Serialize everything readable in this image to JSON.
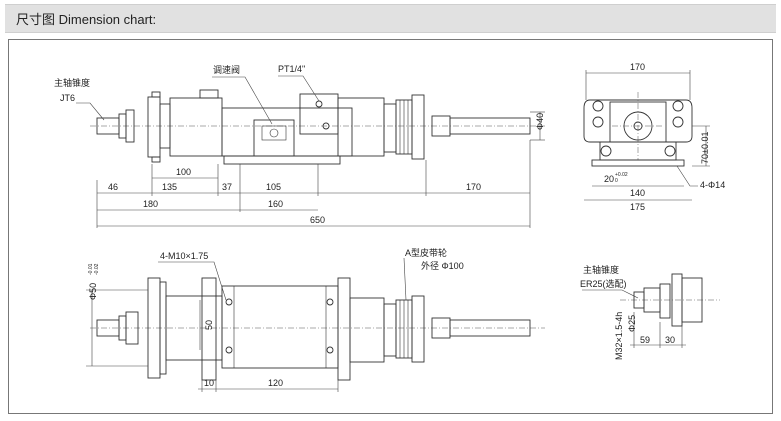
{
  "header": {
    "title": "尺寸图 Dimension chart:"
  },
  "labels": {
    "spindle_taper": "主轴锥度",
    "jt6": "JT6",
    "speed_valve": "调速阀",
    "pt_port": "PT1/4\"",
    "pulley": "A型皮带轮",
    "pulley_od": "外径 Φ100",
    "bolt": "4-M10×1.75",
    "shaft_dia": "Φ50",
    "shaft_tol_top": "-0.01",
    "shaft_tol_bot": "-0.02",
    "spindle_taper_2": "主轴锥度",
    "er25": "ER25(选配)",
    "thread": "M32×1.5-4h",
    "dia25": "Φ25",
    "hole": "4-Φ14",
    "phi40": "Φ40",
    "h70": "70±0.01",
    "d20": "20",
    "d20_tol_top": "+0.02",
    "d20_tol_bot": "0"
  },
  "dims": {
    "d46": "46",
    "d135": "135",
    "d37": "37",
    "d105": "105",
    "d100": "100",
    "d170a": "170",
    "d180": "180",
    "d160": "160",
    "d650": "650",
    "d170b": "170",
    "d140": "140",
    "d175": "175",
    "d10": "10",
    "d120": "120",
    "d50": "50",
    "d59": "59",
    "d30": "30"
  }
}
